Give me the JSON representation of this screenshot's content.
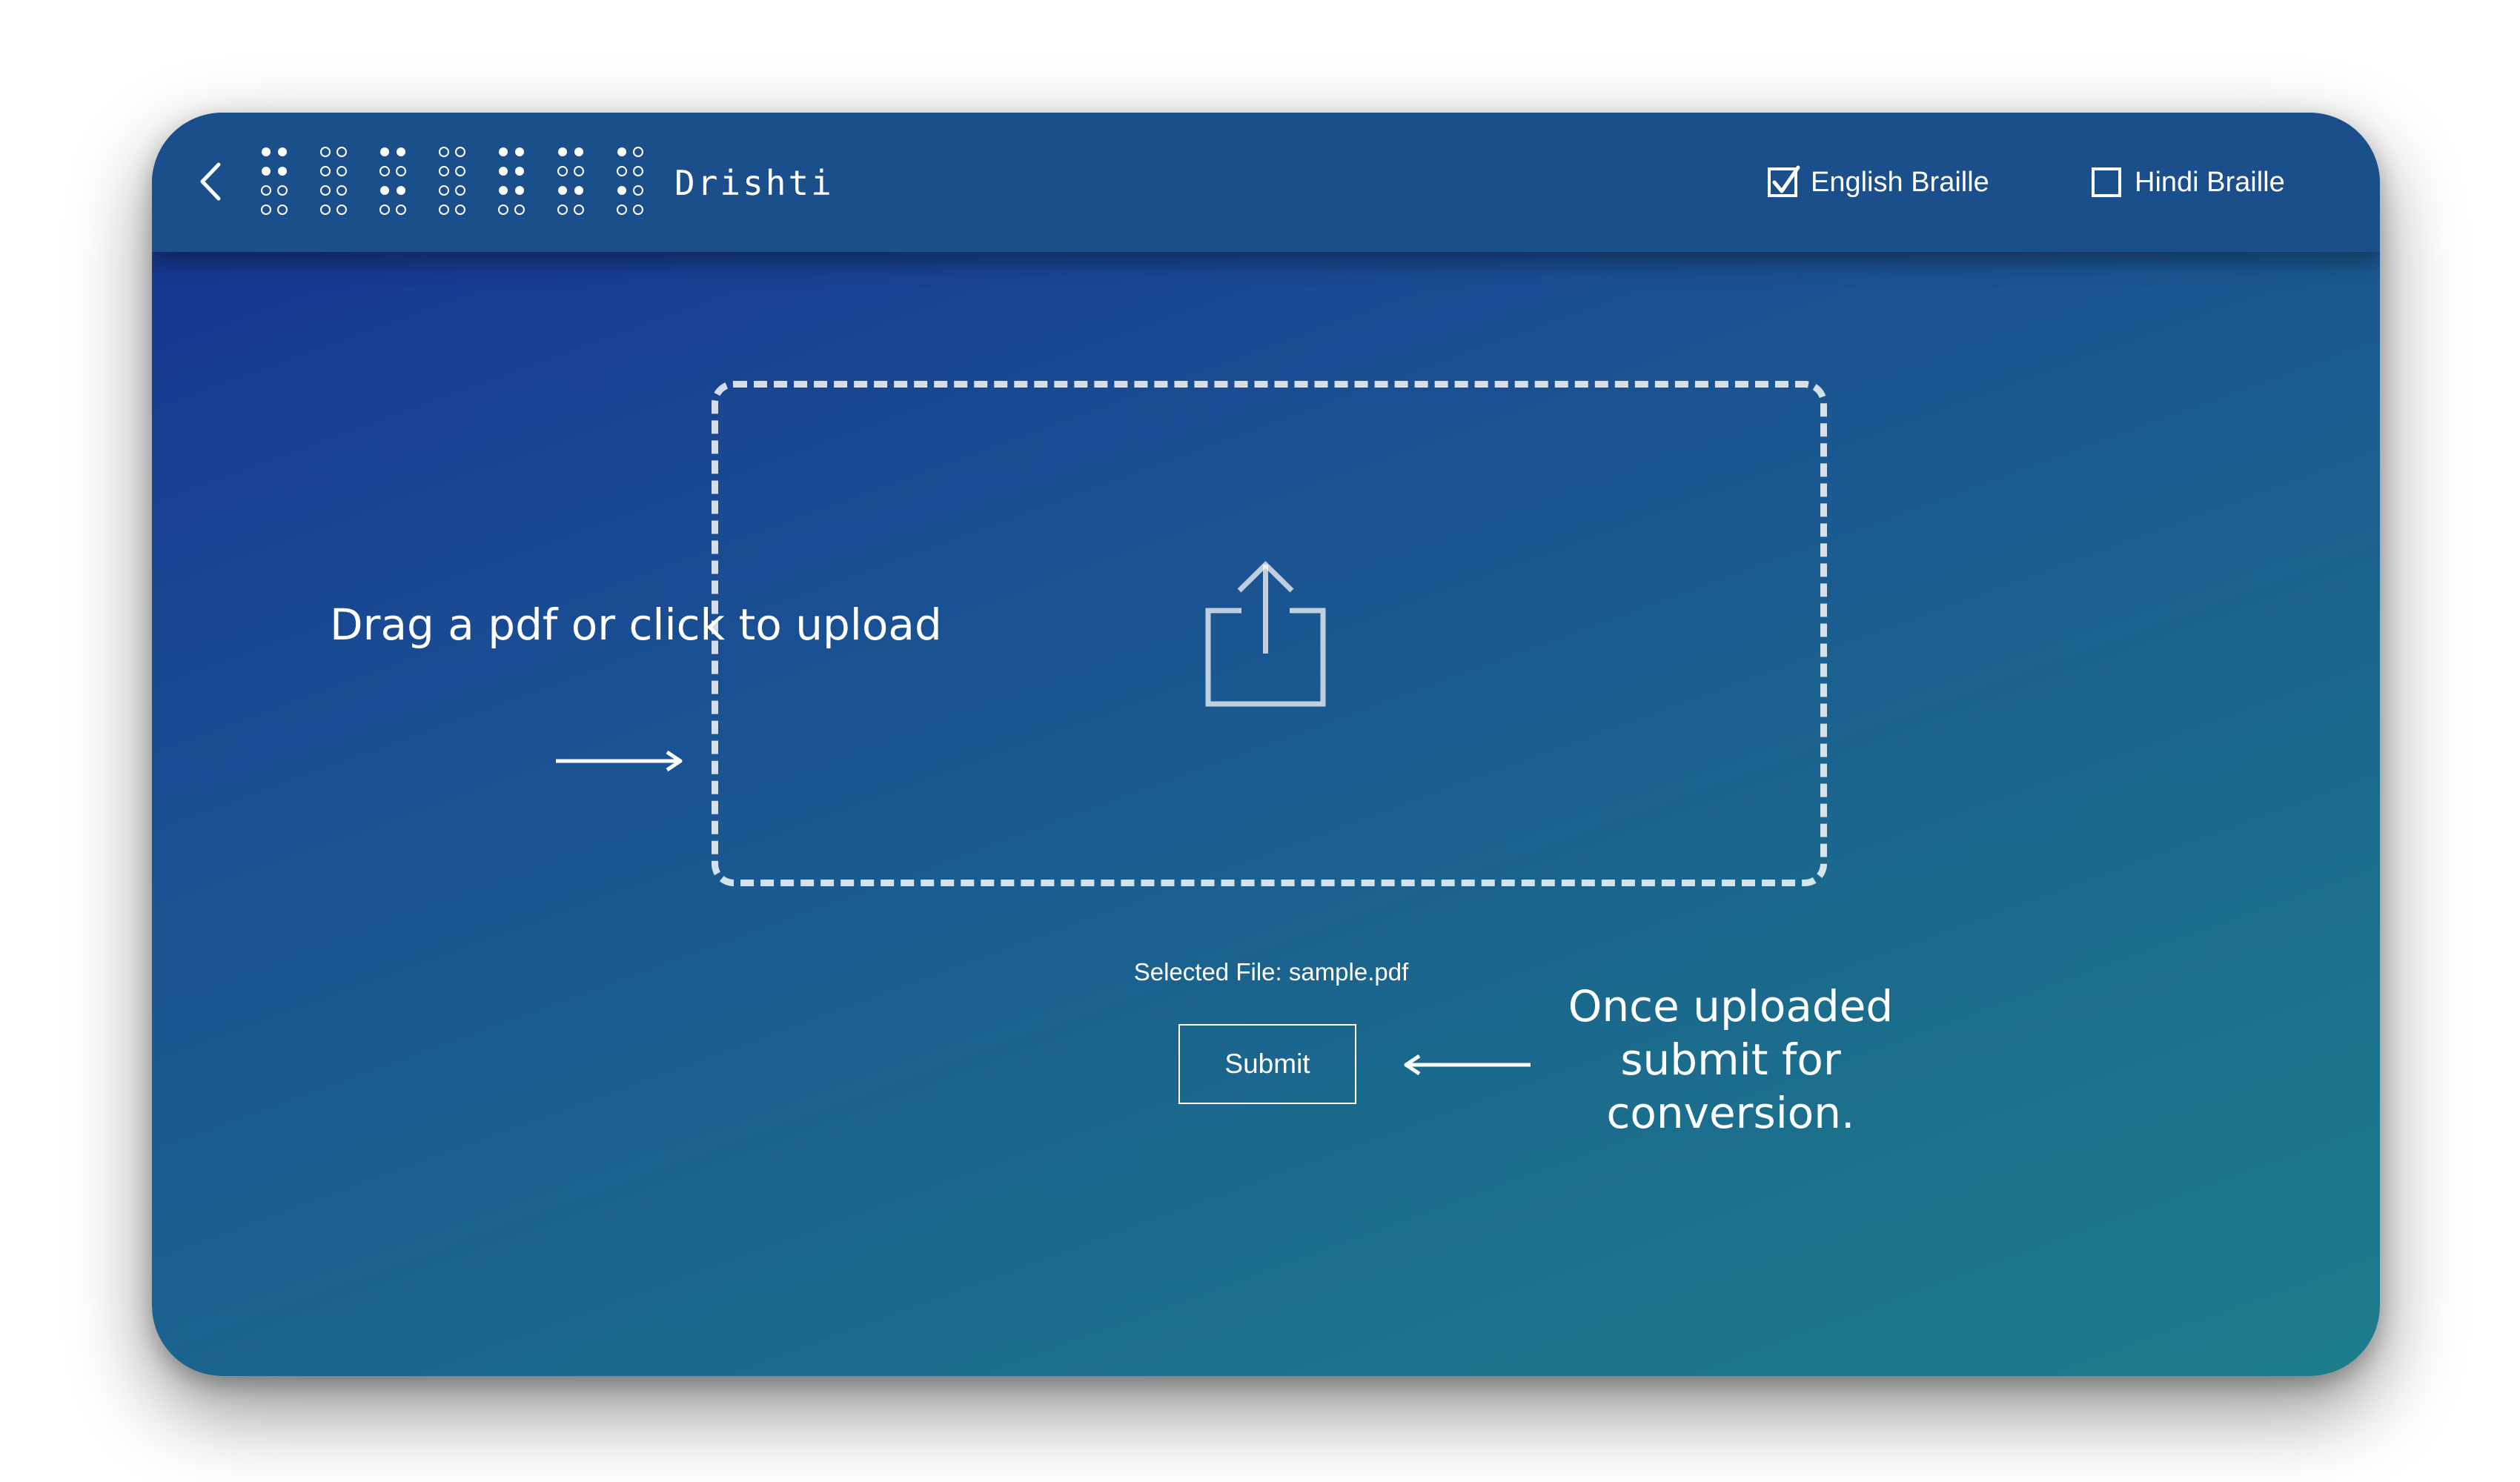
{
  "header": {
    "back_icon": "chevron-left-icon",
    "logo_icon": "braille-dots-logo",
    "title": "Drishti",
    "options": {
      "english": {
        "label": "English Braille",
        "checked": true
      },
      "hindi": {
        "label": "Hindi Braille",
        "checked": false
      }
    }
  },
  "main": {
    "dropzone": {
      "icon": "upload-share-icon",
      "hint": "Drag a pdf or click to upload"
    },
    "selected_file": "Selected File: sample.pdf",
    "submit_label": "Submit",
    "submit_hint": "Once uploaded submit for conversion."
  },
  "colors": {
    "header_bg": "#1b4f8b",
    "gradient_start": "#16308f",
    "gradient_end": "#1d7d8b",
    "foreground": "#ffffff"
  }
}
